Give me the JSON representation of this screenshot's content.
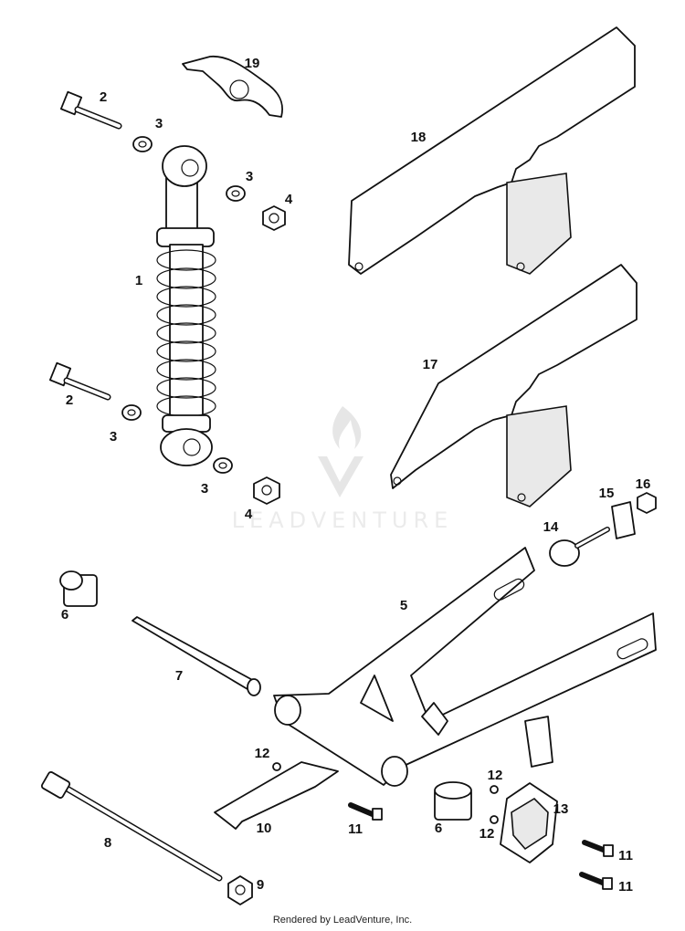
{
  "callouts": [
    {
      "label": "1"
    },
    {
      "label": "2"
    },
    {
      "label": "2"
    },
    {
      "label": "3"
    },
    {
      "label": "3"
    },
    {
      "label": "3"
    },
    {
      "label": "3"
    },
    {
      "label": "4"
    },
    {
      "label": "4"
    },
    {
      "label": "5"
    },
    {
      "label": "6"
    },
    {
      "label": "6"
    },
    {
      "label": "7"
    },
    {
      "label": "8"
    },
    {
      "label": "9"
    },
    {
      "label": "10"
    },
    {
      "label": "11"
    },
    {
      "label": "11"
    },
    {
      "label": "11"
    },
    {
      "label": "12"
    },
    {
      "label": "12"
    },
    {
      "label": "12"
    },
    {
      "label": "13"
    },
    {
      "label": "14"
    },
    {
      "label": "15"
    },
    {
      "label": "16"
    },
    {
      "label": "17"
    },
    {
      "label": "18"
    },
    {
      "label": "19"
    }
  ],
  "watermark": {
    "text": "LEADVENTURE"
  },
  "footer": {
    "text": "Rendered by LeadVenture, Inc."
  }
}
